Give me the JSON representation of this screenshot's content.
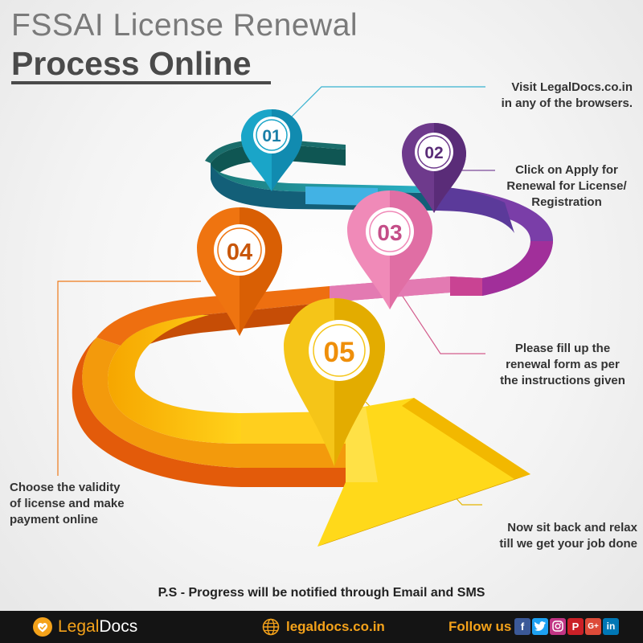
{
  "header": {
    "title_line1": "FSSAI License Renewal",
    "title_line2": "Process Online"
  },
  "steps": [
    {
      "number": "01",
      "color": "#1aa5c8",
      "text_lines": [
        "Visit LegalDocs.co.in",
        "in any of the browsers."
      ]
    },
    {
      "number": "02",
      "color": "#6e3a8c",
      "text_lines": [
        "Click on Apply for",
        "Renewal for License/",
        "Registration"
      ]
    },
    {
      "number": "03",
      "color": "#f08ab8",
      "text_lines": [
        "Please fill up the",
        "renewal form as per",
        "the instructions given"
      ]
    },
    {
      "number": "04",
      "color": "#ef7410",
      "text_lines": [
        "Choose the validity",
        "of license and make",
        "payment online"
      ]
    },
    {
      "number": "05",
      "color": "#f5c518",
      "text_lines": [
        "Now sit back and relax",
        "till we get your job done"
      ]
    }
  ],
  "note": "P.S - Progress will be notified through Email and SMS",
  "footer": {
    "brand_part1": "Legal",
    "brand_part2": "Docs",
    "website": "legaldocs.co.in",
    "follow_label": "Follow us",
    "social_icons": [
      "facebook-icon",
      "twitter-icon",
      "instagram-icon",
      "pinterest-icon",
      "google-plus-icon",
      "linkedin-icon"
    ]
  },
  "colors": {
    "accent": "#f4a21a",
    "footer_bg": "#141414",
    "connector_line": "#d08aa8"
  }
}
